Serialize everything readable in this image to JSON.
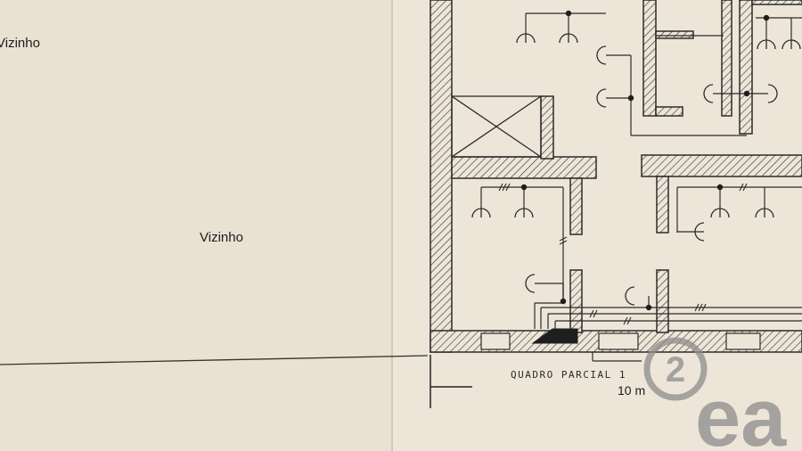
{
  "labels": {
    "neighbor_top": "Vizinho",
    "neighbor_middle": "Vizinho",
    "panel": "QUADRO PARCIAL 1",
    "scale": "10 m"
  },
  "watermark": {
    "digit": "2",
    "letters": "ea"
  },
  "colors": {
    "paper": "#ede6d8",
    "paper_shade": "#e2dacb",
    "ink": "#2b2b2b",
    "watermark": "#8c8c8c"
  }
}
